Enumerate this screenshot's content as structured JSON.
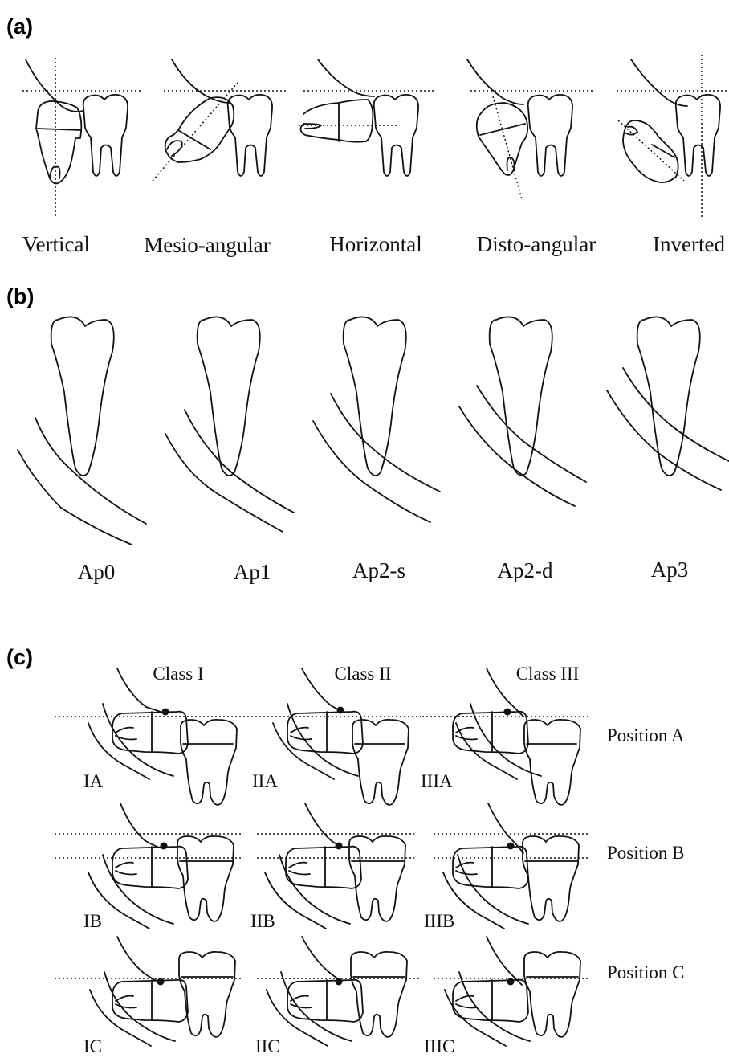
{
  "panel_a": {
    "label": "(a)",
    "captions": [
      "Vertical",
      "Mesio-angular",
      "Horizontal",
      "Disto-angular",
      "Inverted"
    ]
  },
  "panel_b": {
    "label": "(b)",
    "captions": [
      "Ap0",
      "Ap1",
      "Ap2-s",
      "Ap2-d",
      "Ap3"
    ]
  },
  "panel_c": {
    "label": "(c)",
    "class_headers": [
      "Class I",
      "Class II",
      "Class III"
    ],
    "position_labels": [
      "Position A",
      "Position B",
      "Position C"
    ],
    "cell_labels": [
      [
        "IA",
        "IIA",
        "IIIA"
      ],
      [
        "IB",
        "IIB",
        "IIIB"
      ],
      [
        "IC",
        "IIC",
        "IIIC"
      ]
    ]
  }
}
